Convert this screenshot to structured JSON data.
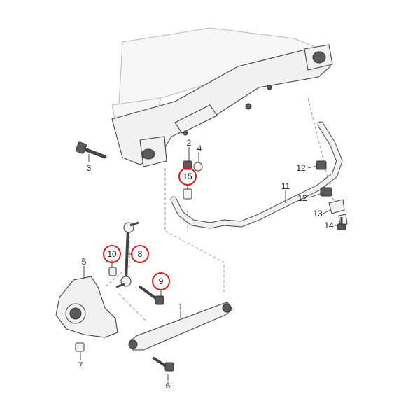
{
  "diagram": {
    "callouts": [
      {
        "id": "1",
        "label": "1",
        "highlighted": false
      },
      {
        "id": "2",
        "label": "2",
        "highlighted": false
      },
      {
        "id": "3",
        "label": "3",
        "highlighted": false
      },
      {
        "id": "4",
        "label": "4",
        "highlighted": false
      },
      {
        "id": "5",
        "label": "5",
        "highlighted": false
      },
      {
        "id": "6",
        "label": "6",
        "highlighted": false
      },
      {
        "id": "7",
        "label": "7",
        "highlighted": false
      },
      {
        "id": "8",
        "label": "8",
        "highlighted": true
      },
      {
        "id": "9",
        "label": "9",
        "highlighted": true
      },
      {
        "id": "10",
        "label": "10",
        "highlighted": true
      },
      {
        "id": "11",
        "label": "11",
        "highlighted": false
      },
      {
        "id": "12a",
        "label": "12",
        "highlighted": false
      },
      {
        "id": "12b",
        "label": "12",
        "highlighted": false
      },
      {
        "id": "13",
        "label": "13",
        "highlighted": false
      },
      {
        "id": "14",
        "label": "14",
        "highlighted": false
      },
      {
        "id": "15",
        "label": "15",
        "highlighted": true
      }
    ],
    "highlight_color": "#d42020"
  }
}
